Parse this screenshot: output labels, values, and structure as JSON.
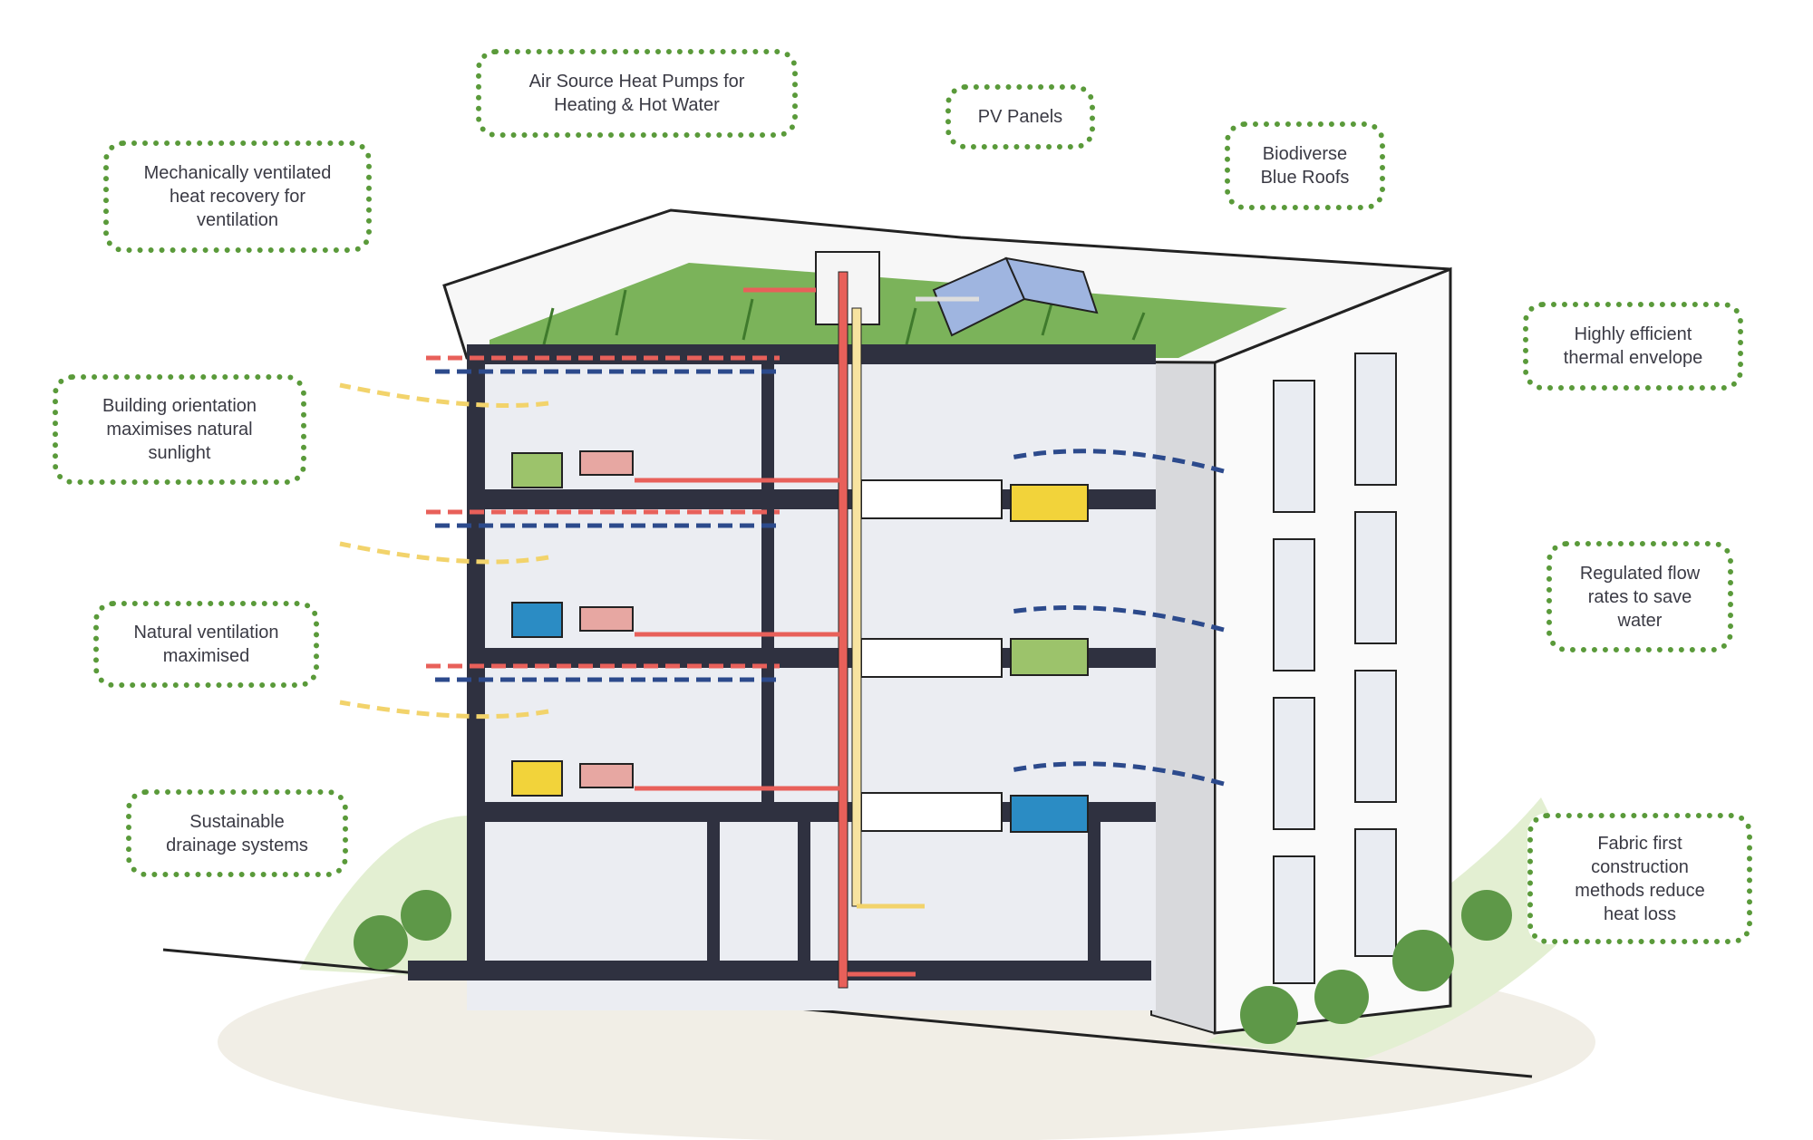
{
  "labels": {
    "heat_pumps": "Air Source Heat Pumps for\nHeating & Hot Water",
    "pv_panels": "PV Panels",
    "blue_roofs": "Biodiverse\nBlue Roofs",
    "mvhr": "Mechanically ventilated\nheat recovery for\nventilation",
    "thermal_envelope": "Highly efficient\nthermal envelope",
    "orientation": "Building orientation\nmaximises natural\nsunlight",
    "flow_rates": "Regulated flow\nrates to save\nwater",
    "natural_ventilation": "Natural ventilation\nmaximised",
    "drainage": "Sustainable\ndrainage systems",
    "fabric_first": "Fabric first\nconstruction\nmethods reduce\nheat loss"
  },
  "colors": {
    "border_green": "#5a9a3a",
    "structure": "#2f3140",
    "hot": "#e8605a",
    "cold": "#2c4a8c",
    "warm_air": "#f2d36b",
    "grass": "#6aa84f"
  }
}
